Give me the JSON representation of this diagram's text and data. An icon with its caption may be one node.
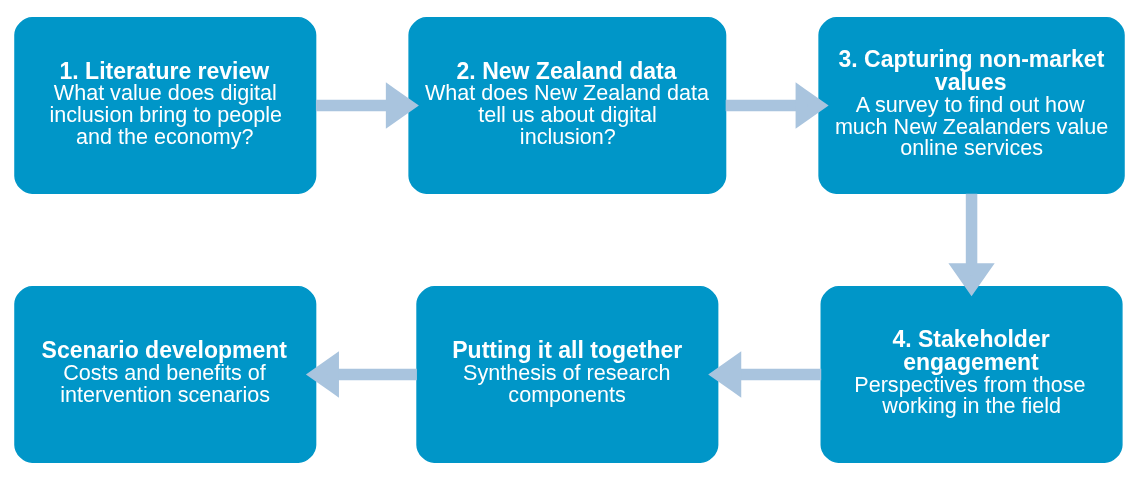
{
  "diagram": {
    "nodes": [
      {
        "text": [
          "1. Literature review",
          "What value does digital inclusion bring to people and the economy?"
        ]
      },
      {
        "text": [
          "2. New Zealand data",
          "What does New Zealand data tell us about digital inclusion?"
        ]
      },
      {
        "text": [
          "3. Capturing non-market values",
          "A survey to find out how much New Zealanders value online services"
        ]
      },
      {
        "text": [
          "4. Stakeholder engagement",
          "Perspectives from those working in the field"
        ]
      },
      {
        "text": [
          "Putting it all together",
          "Synthesis of research components"
        ]
      },
      {
        "text": [
          "Scenario development",
          "Costs and benefits of intervention scenarios"
        ]
      }
    ],
    "edges": [
      {
        "from": 0,
        "to": 1,
        "arrow": "to"
      },
      {
        "from": 1,
        "to": 2,
        "arrow": "to"
      },
      {
        "from": 2,
        "to": 3,
        "arrow": "to"
      },
      {
        "from": 3,
        "to": 4,
        "arrow": "to"
      },
      {
        "from": 4,
        "to": 5,
        "arrow": "to"
      }
    ]
  }
}
